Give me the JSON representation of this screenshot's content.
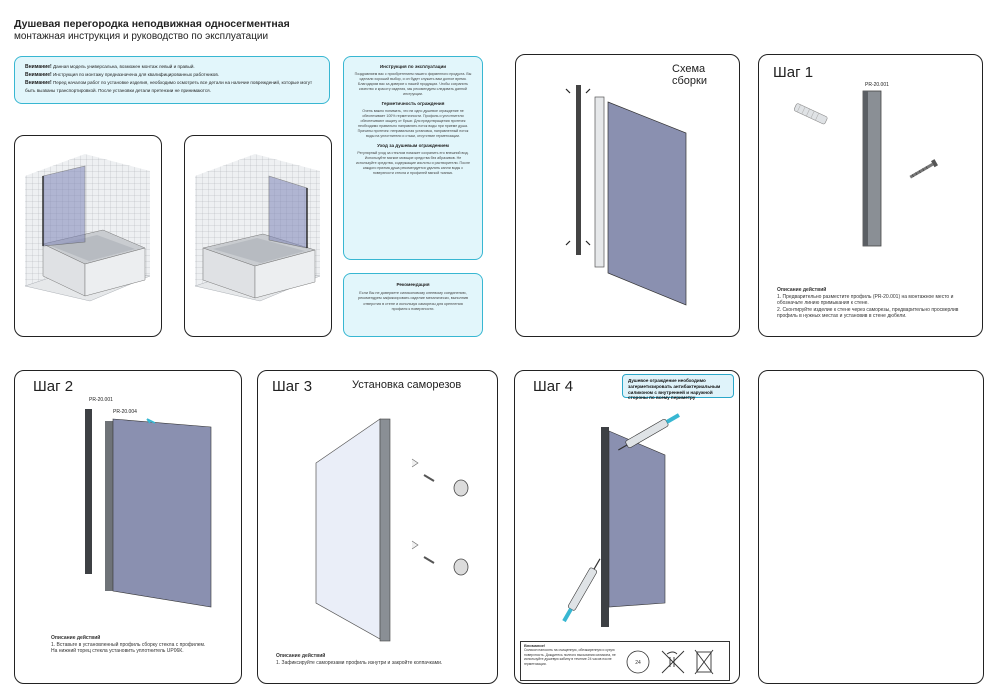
{
  "header": {
    "title": "Душевая перегородка неподвижная односегментная",
    "subtitle": "монтажная инструкция и руководство по эксплуатации"
  },
  "warnings": [
    {
      "label": "Внимание!",
      "text": "Данная модель универсальна, возможен монтаж левый и правый."
    },
    {
      "label": "Внимание!",
      "text": "Инструкция по монтажу предназначена для квалифицированных работников."
    },
    {
      "label": "Внимание!",
      "text": "Перед началом работ по установке изделия, необходимо осмотреть все детали на наличие повреждений, которые могут быть вызваны транспортировкой. После установки детали претензии не принимаются."
    }
  ],
  "instructions": {
    "title": "Инструкция по эксплуатации",
    "p1": "Поздравляем вас с приобретением нашего фирменного продукта. Вы сделали хороший выбор, и он будет служить вам долгое время. Благодарим вас за доверие к нашей продукции. Чтобы сохранить качество и красоту изделия, мы рекомендуем следовать данной инструкции.",
    "seal_title": "Герметичность ограждения",
    "p2": "Очень важно понимать, что ни одно душевое ограждение не обеспечивает 100% герметичности. Профиль и уплотнители обеспечивают защиту от брызг. Для предотвращения протечек необходимо правильно направлять поток воды при приеме душа. Причины протечек: неправильная установка, направленный поток воды на уплотнители и стыки, отсутствие герметизации.",
    "care_title": "Уход за душевым ограждением",
    "p3": "Регулярный уход за стеклом поможет сохранить его внешний вид. Используйте мягкие моющие средства без абразивов. Не используйте средства, содержащие кислоты и растворители. После каждого приема душа рекомендуется удалять капли воды с поверхности стекла и профилей мягкой тканью."
  },
  "recommendations": {
    "title": "Рекомендация",
    "text": "Если Вы не доверяете силиконовому клеевому соединению, рекомендуем зафиксировать изделие механически, выполнив отверстия в стене и используя саморезы для крепления профиля к поверхности."
  },
  "panels": {
    "scheme_title": "Схема сборки",
    "step1_title": "Шаг 1",
    "step2_title": "Шаг 2",
    "step3_title": "Шаг 3",
    "step3_subtitle": "Установка саморезов",
    "step4_title": "Шаг 4"
  },
  "step1": {
    "profile_code": "PR-20.001",
    "desc_title": "Описание действий",
    "line1": "1. Предварительно разместите профиль (PR-20.001) на монтажное место и обозначьте линию примыкания к стене.",
    "line2": "2. Сконтируйте изделие к стене через саморезы, предварительно просверлив профиль в нужных местах и установив в стене дюбели."
  },
  "step2": {
    "code_a": "PR-20.001",
    "code_b": "PR-20.004",
    "desc_title": "Описание действий",
    "line1": "1. Вставьте в установленный профиль сборку стекла с профилем.",
    "line2": "На нижний торец стекла установить уплотнитель UP06К."
  },
  "step3": {
    "desc_title": "Описание действий",
    "line1": "1. Зафиксируйте саморезами профиль изнутри и закройте колпачками."
  },
  "step4": {
    "note": "Душевое ограждение необходимо загерметизировать антибактериальным силиконом с внутренней и наружной стороны по всему периметру",
    "attention_title": "Внимание!",
    "attention_text": "Силикон наносить на очищенную, обезжиренную и сухую поверхность. Дождитесь полного высыхания силикона, не используйте душевую кабину в течение 24 часов после герметизации.",
    "icon_timer_label": "24"
  },
  "colors": {
    "accent": "#38b7d2",
    "glass": "#8a90b0",
    "profile": "#6f7378"
  }
}
